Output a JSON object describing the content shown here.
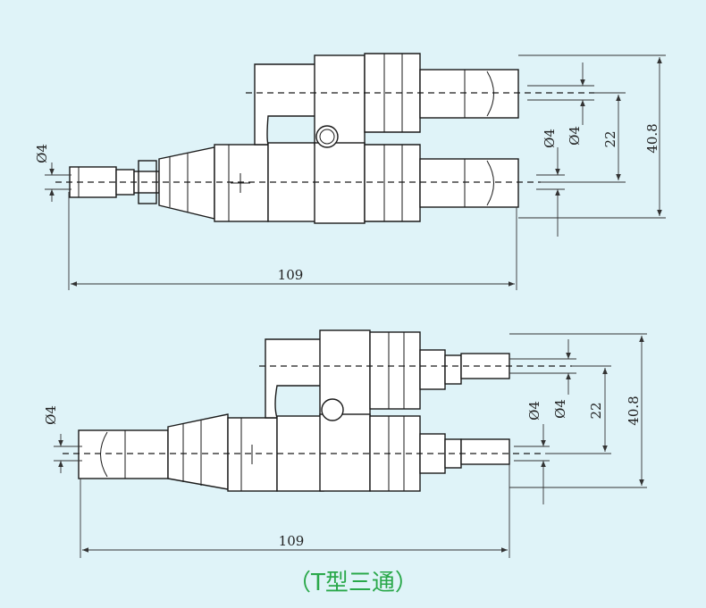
{
  "views": [
    {
      "id": "top",
      "dims": {
        "length": "109",
        "pitch_inner": "22",
        "pitch_outer": "40.8",
        "dia_left": "Ø4",
        "dia_right_a": "Ø4",
        "dia_right_b": "Ø4"
      }
    },
    {
      "id": "bottom",
      "dims": {
        "length": "109",
        "pitch_inner": "22",
        "pitch_outer": "40.8",
        "dia_left": "Ø4",
        "dia_right_a": "Ø4",
        "dia_right_b": "Ø4"
      }
    }
  ],
  "caption": "（T型三通）",
  "colors": {
    "background": "#dff3f8",
    "caption": "#2aa84a",
    "line": "#1a1a1a"
  }
}
